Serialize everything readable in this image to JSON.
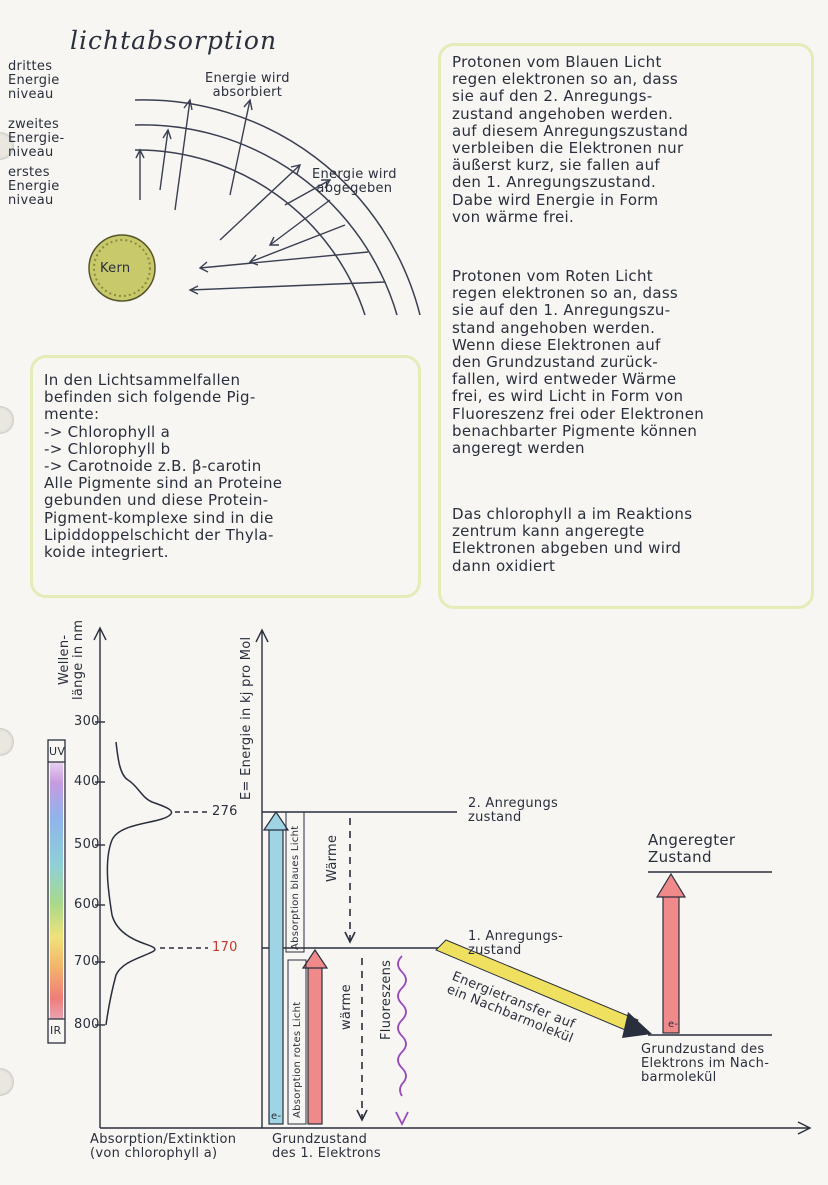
{
  "title": "lichtabsorption",
  "atom": {
    "level3": [
      "drittes",
      "Energie",
      "niveau"
    ],
    "level2": [
      "zweites",
      "Energie-",
      "niveau"
    ],
    "level1": [
      "erstes",
      "Energie",
      "niveau"
    ],
    "absorbed": [
      "Energie wird",
      "absorbiert"
    ],
    "released": [
      "Energie wird",
      "abgegeben"
    ],
    "nucleus": "Kern"
  },
  "right_text": {
    "blue": [
      "Protonen vom Blauen Licht",
      "regen elektronen so an, dass",
      "sie auf den 2. Anregungs-",
      "zustand angehoben werden.",
      "auf diesem Anregungszustand",
      "verbleiben die Elektronen nur",
      "äußerst kurz, sie fallen auf",
      "den 1. Anregungszustand.",
      "Dabe wird Energie in Form",
      "von wärme frei."
    ],
    "red": [
      "Protonen vom Roten Licht",
      "regen elektronen so an, dass",
      "sie auf den 1. Anregungszu-",
      "stand angehoben werden.",
      "Wenn diese Elektronen auf",
      "den Grundzustand zurück-",
      "fallen, wird entweder Wärme",
      "frei, es wird Licht in Form von",
      "Fluoreszenz frei oder Elektronen",
      "benachbarter Pigmente können",
      "angeregt werden"
    ],
    "chlorophyll": [
      "Das chlorophyll a im Reaktions",
      "zentrum kann angeregte",
      "Elektronen abgeben und wird",
      "dann oxidiert"
    ]
  },
  "pigments": {
    "lines": [
      "In den Lichtsammelfallen",
      "befinden sich folgende Pig-",
      "mente:",
      "-> Chlorophyll a",
      "-> Chlorophyll b",
      "-> Carotnoide z.B. β-carotin",
      "Alle Pigmente sind an Proteine",
      "gebunden und diese Protein-",
      "Pigment-komplexe sind in die",
      "Lipiddoppelschicht der Thyla-",
      "koide integriert."
    ]
  },
  "spectrum": {
    "ylabel": "Wellen-\nlänge in nm",
    "ticks": [
      "300",
      "400",
      "500",
      "600",
      "700",
      "800"
    ],
    "uv": "UV",
    "ir": "IR",
    "peak_blue": "276",
    "peak_red": "170",
    "xlabel": [
      "Absorption/Extinktion",
      "(von chlorophyll a)"
    ]
  },
  "energy": {
    "ylabel": "E= Energie in kj pro Mol",
    "level2": [
      "2. Anregungs",
      "zustand"
    ],
    "level1": [
      "1. Anregungs-",
      "zustand"
    ],
    "ground": [
      "Grundzustand",
      "des 1. Elektrons"
    ],
    "abs_blue": "Absorption blaues Licht",
    "abs_red": "Absorption rotes Licht",
    "waerme": "wärme",
    "waerme2": "Wärme",
    "fluoreszens": "Fluoreszens",
    "transfer": [
      "Energietransfer auf",
      "ein Nachbarmolekül"
    ],
    "neighbor_excited": [
      "Angeregter",
      "Zustand"
    ],
    "neighbor_ground": [
      "Grundzustand des",
      "Elektrons im Nach-",
      "barmolekül"
    ],
    "e_label": "e-"
  },
  "colors": {
    "highlight": "#e4edb8",
    "ink": "#2a2f3d",
    "blue_arrow": "#9ed4e4",
    "red_arrow": "#f08a8a",
    "yellow_arrow": "#f0e060",
    "fluorescence": "#9a4ab8",
    "nucleus": "#c8c96a"
  }
}
